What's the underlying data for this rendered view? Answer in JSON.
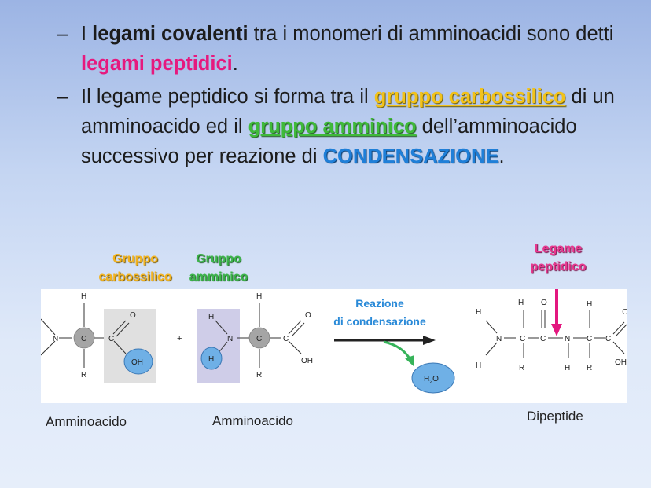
{
  "bullets": [
    {
      "dash": "–",
      "parts": {
        "p1": "I ",
        "bold1": "legami covalenti",
        "p2": " tra i monomeri di amminoacidi sono detti ",
        "pink1": "legami peptidici",
        "p3": "."
      }
    },
    {
      "dash": "–",
      "parts": {
        "p1": "Il legame peptidico si forma tra il ",
        "yellow1": "gruppo carbossilico",
        "p2": " di un amminoacido ed il ",
        "green1": "gruppo amminico",
        "p3": " dell’amminoacido successivo per reazione di ",
        "blue1": "CONDENSAZIONE",
        "p4": "."
      }
    }
  ],
  "diagram": {
    "label_carboxyl": {
      "line1": "Gruppo",
      "line2": "carbossilico"
    },
    "label_amino": {
      "line1": "Gruppo",
      "line2": "amminico"
    },
    "label_bond": {
      "line1": "Legame",
      "line2": "peptidico"
    },
    "reaction": {
      "line1": "Reazione",
      "line2": "di condensazione"
    },
    "atoms": {
      "H": "H",
      "N": "N",
      "C": "C",
      "O": "O",
      "R": "R",
      "OH": "OH",
      "plus": "+"
    },
    "water": {
      "H": "H",
      "sub": "2",
      "O": "O"
    },
    "caption_left": "Amminoacido",
    "caption_middle": "Amminoacido",
    "caption_right": "Dipeptide"
  },
  "colors": {
    "pink": "#e6197e",
    "yellow": "#f2c21a",
    "green": "#3fba3a",
    "blue": "#1f7fd8",
    "carboxyl_box": "#e0e0e0",
    "amino_box": "#cfcde8",
    "sphere": "#6fb0e6",
    "carbon_sphere": "#a5a5a5",
    "reaction_text": "#2a8ad8",
    "water_arrow": "#36b35a",
    "bond_arrow": "#e3177f"
  },
  "icons": {
    "reaction_arrow": "arrow-right-icon",
    "water_arrow": "curved-arrow-icon",
    "bond_arrow": "arrow-down-icon"
  }
}
